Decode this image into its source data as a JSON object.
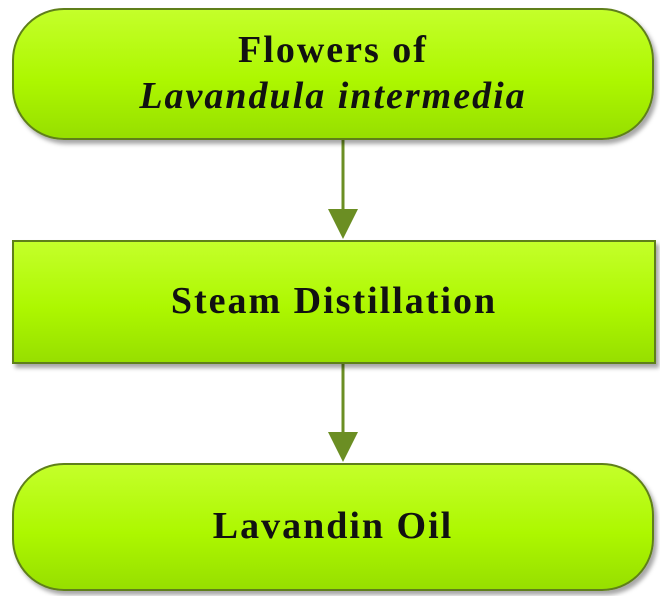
{
  "nodes": [
    {
      "lines": [
        "Flowers of",
        "Lavandula intermedia"
      ]
    },
    {
      "lines": [
        "Steam Distillation"
      ]
    },
    {
      "lines": [
        "Lavandin Oil"
      ]
    }
  ],
  "colors": {
    "fill": "#adf700",
    "border": "#5f7f1a",
    "arrow": "#6b8e23",
    "text": "#111111"
  }
}
